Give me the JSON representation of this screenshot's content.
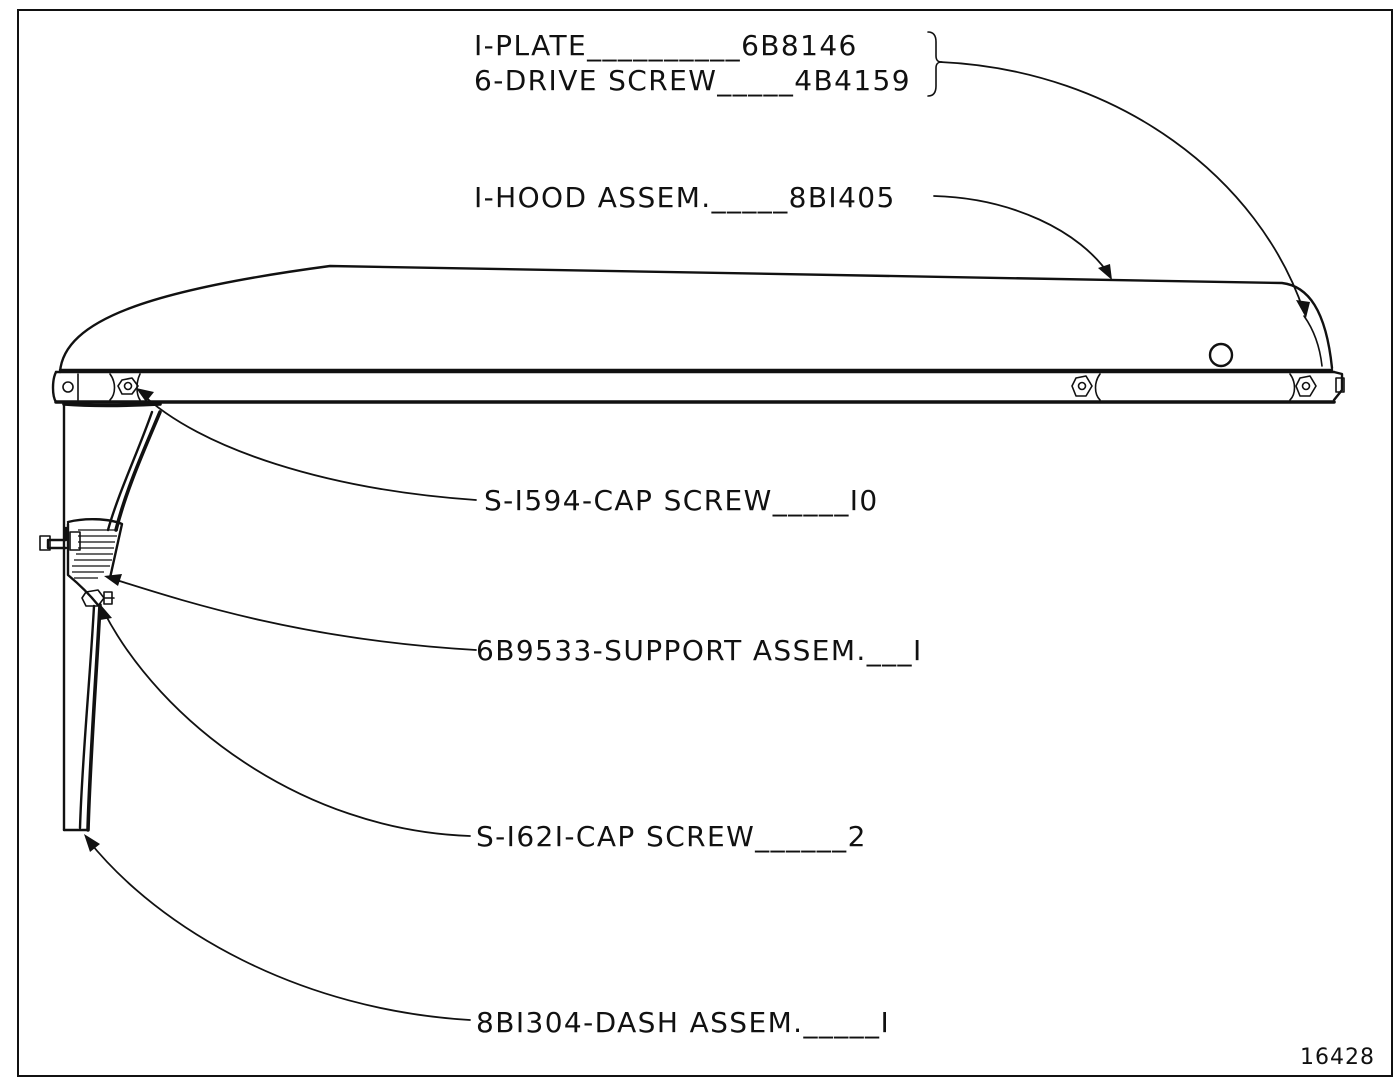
{
  "parts": {
    "plate": "I-PLATE",
    "plate_leader": "__________",
    "plate_number": "6B8146",
    "drive_screw": "6-DRIVE SCREW",
    "drive_screw_leader": "_____",
    "drive_screw_number": "4B4159",
    "hood_assem": "I-HOOD ASSEM.",
    "hood_assem_leader": "_____",
    "hood_assem_number": "8BI405",
    "cap_screw_10": "S-I594-CAP  SCREW",
    "cap_screw_10_leader": "_____",
    "cap_screw_10_qty": "I0",
    "support_assem": "6B9533-SUPPORT ASSEM.",
    "support_assem_leader": "___",
    "support_assem_qty": "I",
    "cap_screw_2": "S-I62I-CAP SCREW",
    "cap_screw_2_leader": "______",
    "cap_screw_2_qty": "2",
    "dash_assem": "8BI304-DASH ASSEM.",
    "dash_assem_leader": "_____",
    "dash_assem_qty": "I"
  },
  "figure_number": "16428"
}
